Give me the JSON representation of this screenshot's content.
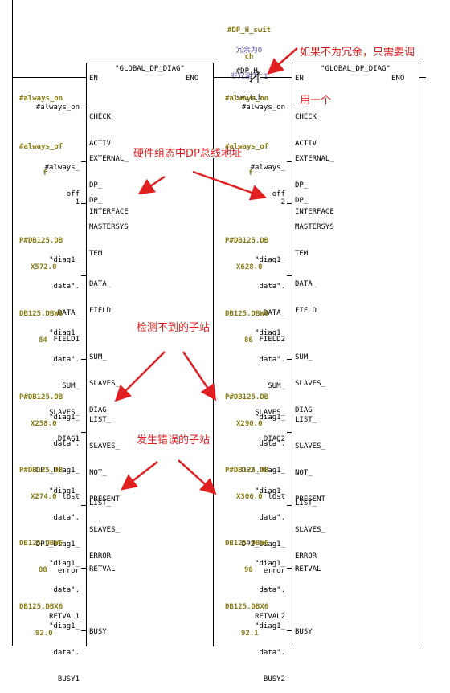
{
  "top": {
    "operand_line1": "#DP_H_swit",
    "operand_line2": "ch",
    "comment_line1": "冗余为0",
    "comment_line2": "非冗余为 1",
    "contact_line1": "#DP_H_",
    "contact_line2": "switch"
  },
  "block_title": "\"GLOBAL_DP_DIAG\"",
  "pins": {
    "en": "EN",
    "eno": "ENO",
    "check_1": "CHECK_",
    "check_2": "ACTIV",
    "ext_1": "EXTERNAL_",
    "ext_2": "DP_",
    "ext_3": "INTERFACE",
    "ms_1": "DP_",
    "ms_2": "MASTERSYS",
    "ms_3": "TEM",
    "df_1": "DATA_",
    "df_2": "FIELD",
    "ss_1": "SUM_",
    "ss_2": "SLAVES_",
    "ss_3": "DIAG",
    "lp_1": "LIST_",
    "lp_2": "SLAVES_",
    "lp_3": "NOT_",
    "lp_4": "PRESENT",
    "le_1": "LIST_",
    "le_2": "SLAVES_",
    "le_3": "ERROR",
    "rv": "RETVAL",
    "busy": "BUSY"
  },
  "left": {
    "check_op": "#always_on",
    "check_val": "#always_on",
    "ext_op1": "#always_of",
    "ext_op2": "f",
    "ext_val1": "#always_",
    "ext_val2": "off",
    "ms_val": "1",
    "df_addr1": "P#DB125.DB",
    "df_addr2": "X572.0",
    "df_sym1": "\"diag1_",
    "df_sym2": "data\".",
    "df_sym3": "DATA_",
    "df_sym4": "FIELD1",
    "ss_addr1": "DB125.DBW6",
    "ss_addr2": "84",
    "ss_sym1": "\"diag1_",
    "ss_sym2": "data\".",
    "ss_sym3": "SUM_",
    "ss_sym4": "SLAVES_",
    "ss_sym5": "DIAG1",
    "lp_addr1": "P#DB125.DB",
    "lp_addr2": "X258.0",
    "lp_sym1": "\"diag1_",
    "lp_sym2": "data\".",
    "lp_sym3": "DP1_Diag1_",
    "lp_sym4": "lost",
    "le_addr1": "P#DB125.DB",
    "le_addr2": "X274.0",
    "le_sym1": "\"diag1_",
    "le_sym2": "data\".",
    "le_sym3": "DP1_Diag1_",
    "le_sym4": "error",
    "rv_addr1": "DB125.DBW6",
    "rv_addr2": "88",
    "rv_sym1": "\"diag1_",
    "rv_sym2": "data\".",
    "rv_sym3": "RETVAL1",
    "busy_addr1": "DB125.DBX6",
    "busy_addr2": "92.0",
    "busy_sym1": "\"diag1_",
    "busy_sym2": "data\".",
    "busy_sym3": "BUSY1"
  },
  "right": {
    "check_op": "#always_on",
    "check_val": "#always_on",
    "ext_op1": "#always_of",
    "ext_op2": "f",
    "ext_val1": "#always_",
    "ext_val2": "off",
    "ms_val": "2",
    "df_addr1": "P#DB125.DB",
    "df_addr2": "X628.0",
    "df_sym1": "\"diag1_",
    "df_sym2": "data\".",
    "df_sym3": "DATA_",
    "df_sym4": "FIELD2",
    "ss_addr1": "DB125.DBW6",
    "ss_addr2": "86",
    "ss_sym1": "\"diag1_",
    "ss_sym2": "data\".",
    "ss_sym3": "SUM_",
    "ss_sym4": "SLAVES_",
    "ss_sym5": "DIAG2",
    "lp_addr1": "P#DB125.DB",
    "lp_addr2": "X290.0",
    "lp_sym1": "\"diag1_",
    "lp_sym2": "data\".",
    "lp_sym3": "DP2_Diag1_",
    "lp_sym4": "lost",
    "le_addr1": "P#DB125.DB",
    "le_addr2": "X306.0",
    "le_sym1": "\"diag1_",
    "le_sym2": "data\".",
    "le_sym3": "DP2_Diag1_",
    "le_sym4": "error",
    "rv_addr1": "DB125.DBW6",
    "rv_addr2": "90",
    "rv_sym1": "\"diag1_",
    "rv_sym2": "data\".",
    "rv_sym3": "RETVAL2",
    "busy_addr1": "DB125.DBX6",
    "busy_addr2": "92.1",
    "busy_sym1": "\"diag1_",
    "busy_sym2": "data\".",
    "busy_sym3": "BUSY2"
  },
  "annotations": {
    "redundancy_line1": "如果不为冗余，只需要调",
    "redundancy_line2": "用一个",
    "hw_config": "硬件组态中DP总线地址",
    "not_found": "检测不到的子站",
    "error_slave": "发生错误的子站",
    "color": "#e02020"
  }
}
